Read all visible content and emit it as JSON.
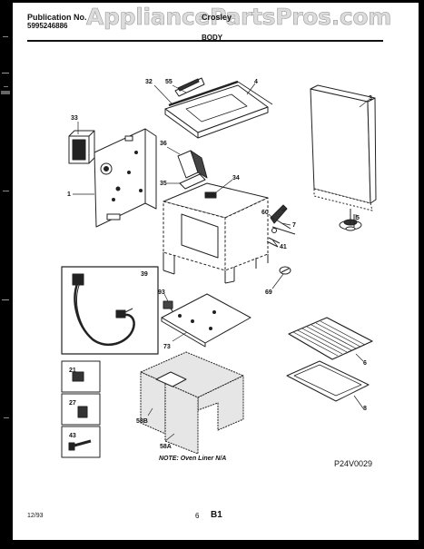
{
  "header": {
    "publication_label": "Publication No.",
    "publication_number": "5995246886",
    "brand": "Crosley",
    "section": "BODY"
  },
  "watermark": "AppliancePartsPros.com",
  "callouts": [
    "32",
    "55",
    "4",
    "3",
    "33",
    "36",
    "35",
    "34",
    "1",
    "60",
    "7",
    "5",
    "41",
    "39",
    "93",
    "69",
    "73",
    "6",
    "21",
    "27",
    "43",
    "58B",
    "58A",
    "8"
  ],
  "note": "NOTE: Oven Liner N/A",
  "diagram_code": "P24V0029",
  "footer": {
    "date": "12/93",
    "page_number": "6",
    "page_code": "B1"
  }
}
